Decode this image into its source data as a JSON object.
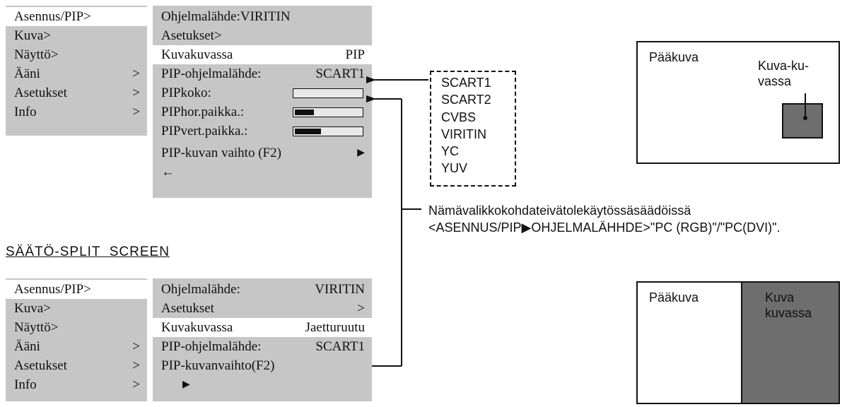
{
  "top_main_menu": {
    "items": [
      {
        "label": "Asennus/PIP>",
        "arrow": ""
      },
      {
        "label": "Kuva>",
        "arrow": ""
      },
      {
        "label": "Näyttö>",
        "arrow": ""
      },
      {
        "label": "Ääni",
        "arrow": ">"
      },
      {
        "label": "Asetukset",
        "arrow": ">"
      },
      {
        "label": "Info",
        "arrow": ">"
      }
    ]
  },
  "top_sub_menu": {
    "source": "Ohjelmalähde:VIRITIN",
    "settings": "Asetukset>",
    "pip_mode_label": "Kuvakuvassa",
    "pip_mode_value": "PIP",
    "pip_source_label": "PIP-ohjelmalähde:",
    "pip_source_value": "SCART1",
    "size_label": "PIPkoko:",
    "size_level": 0,
    "hpos_label": "PIPhor.paikka.:",
    "hpos_level": 0.28,
    "vpos_label": "PIPvert.paikka.:",
    "vpos_level": 0.38,
    "swap_label": "PIP-kuvan vaihto (F2)",
    "swap_arrow": "▶",
    "back_arrow": "←"
  },
  "source_options": [
    "SCART1",
    "SCART2",
    "CVBS",
    "VIRITIN",
    "YC",
    "YUV"
  ],
  "note_text": "Nämävalikkokohdateivätolekäytössäsäädöissä <ASENNUS/PIP▶OHJELMALÄHHDE>\"PC (RGB)\"/\"PC(DVI)\".",
  "section_title": "SÄÄTÖ-SPLIT  SCREEN",
  "bottom_main_menu": {
    "items": [
      {
        "label": "Asennus/PIP>",
        "arrow": ""
      },
      {
        "label": "Kuva>",
        "arrow": ""
      },
      {
        "label": "Näyttö>",
        "arrow": ""
      },
      {
        "label": "Ääni",
        "arrow": ">"
      },
      {
        "label": "Asetukset",
        "arrow": ">"
      },
      {
        "label": "Info",
        "arrow": ">"
      }
    ]
  },
  "bottom_sub_menu": {
    "source_label": "Ohjelmalähde:",
    "source_value": "VIRITIN",
    "settings_label": "Asetukset",
    "settings_arrow": ">",
    "pip_mode_label": "Kuvakuvassa",
    "pip_mode_value": "Jaetturuutu",
    "pip_source_label": "PIP-ohjelmalähde:",
    "pip_source_value": "SCART1",
    "swap_label": "PIP-kuvanvaihto(F2)",
    "play_arrow": "▶"
  },
  "screen_pip": {
    "main_label": "Pääkuva",
    "pip_label": "Kuva-ku-\nvassa"
  },
  "screen_split": {
    "main_label": "Pääkuva",
    "pip_label": "Kuva\nkuvassa"
  },
  "colors": {
    "menu_bg": "#c6c6c6",
    "selected_bg": "#ffffff",
    "pip_fill": "#6e6e6e"
  }
}
